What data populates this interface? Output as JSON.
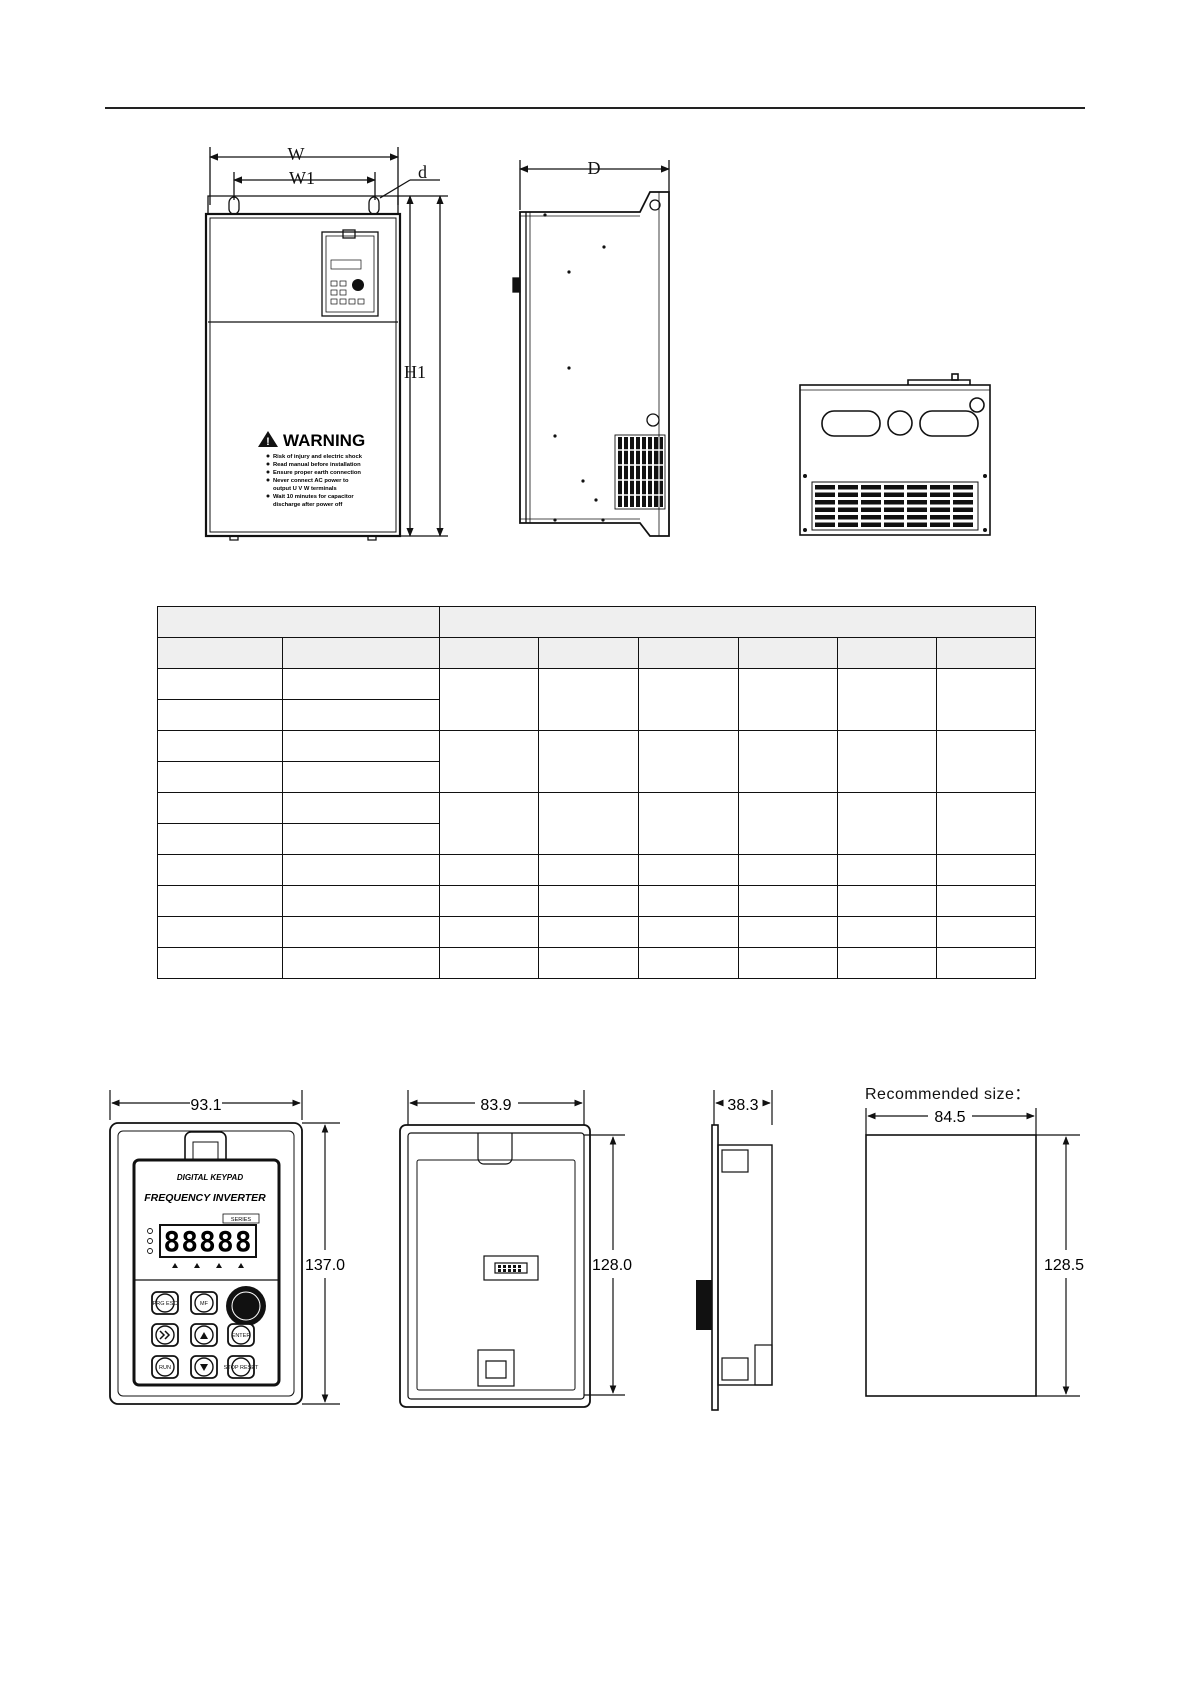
{
  "inverter_drawing": {
    "front_labels": {
      "w": "W",
      "w1": "W1",
      "d": "d",
      "h1": "H1"
    },
    "side_label": "D",
    "warning": {
      "title": "WARNING",
      "lines": [
        "Risk of injury and electric shock",
        "Read manual before installation",
        "Ensure proper earth connection",
        "Never connect AC power to",
        "output U V W terminals",
        "Wait 10 minutes for capacitor",
        "discharge after power off"
      ]
    }
  },
  "dimension_table": {
    "rows": 12,
    "columns": 8,
    "cells": []
  },
  "keypad_drawings": {
    "front": {
      "width_label": "93.1",
      "height_label": "137.0",
      "brand": "DIGITAL KEYPAD",
      "title": "FREQUENCY INVERTER",
      "series_badge": "SERIES",
      "display": "88888",
      "keys": [
        "PRG ESC",
        "MF",
        "",
        "ENTER",
        "RUN",
        "STOP RESET"
      ]
    },
    "back": {
      "width_label": "83.9",
      "height_label": "128.0"
    },
    "side": {
      "width_label": "38.3"
    },
    "cutout": {
      "title": "Recommended size：",
      "width_label": "84.5",
      "height_label": "128.5"
    }
  },
  "colors": {
    "line": "#111111",
    "header_fill": "#efefef",
    "background": "#ffffff"
  }
}
